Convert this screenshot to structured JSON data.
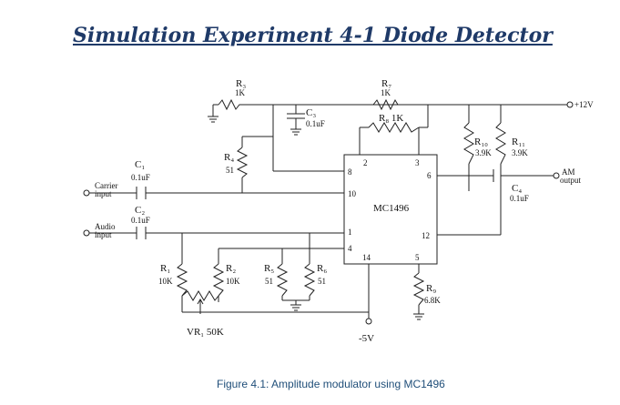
{
  "title": "Simulation Experiment 4-1 Diode Detector",
  "caption": "Figure 4.1: Amplitude modulator using MC1496",
  "ic": {
    "name": "MC1496",
    "pins": [
      "2",
      "3",
      "8",
      "10",
      "6",
      "1",
      "4",
      "14",
      "12",
      "5"
    ]
  },
  "components": {
    "r3": {
      "ref": "R₃",
      "value": "1K"
    },
    "r7": {
      "ref": "R₇",
      "value": "1K"
    },
    "r8": {
      "ref": "R₈ 1K"
    },
    "c3": {
      "ref": "C₃",
      "value": "0.1uF"
    },
    "r4": {
      "ref": "R₄",
      "value": "51"
    },
    "c1": {
      "ref": "C₁",
      "value": "0.1uF"
    },
    "c2": {
      "ref": "C₂",
      "value": "0.1uF"
    },
    "r10": {
      "ref": "R₁₀",
      "value": "3.9K"
    },
    "r11": {
      "ref": "R₁₁",
      "value": "3.9K"
    },
    "c4": {
      "ref": "C₄",
      "value": "0.1uF"
    },
    "r1": {
      "ref": "R₁",
      "value": "10K"
    },
    "r2": {
      "ref": "R₂",
      "value": "10K"
    },
    "r5": {
      "ref": "R₅",
      "value": "51"
    },
    "r6": {
      "ref": "R₆",
      "value": "51"
    },
    "r9": {
      "ref": "R₉",
      "value": "6.8K"
    },
    "vr1": {
      "label": "VR₁ 50K"
    }
  },
  "terminals": {
    "vplus": "+12V",
    "vminus": "-5V",
    "carrier": [
      "Carrier",
      "input"
    ],
    "audio": [
      "Audio",
      "input"
    ],
    "am": [
      "AM",
      "output"
    ]
  }
}
